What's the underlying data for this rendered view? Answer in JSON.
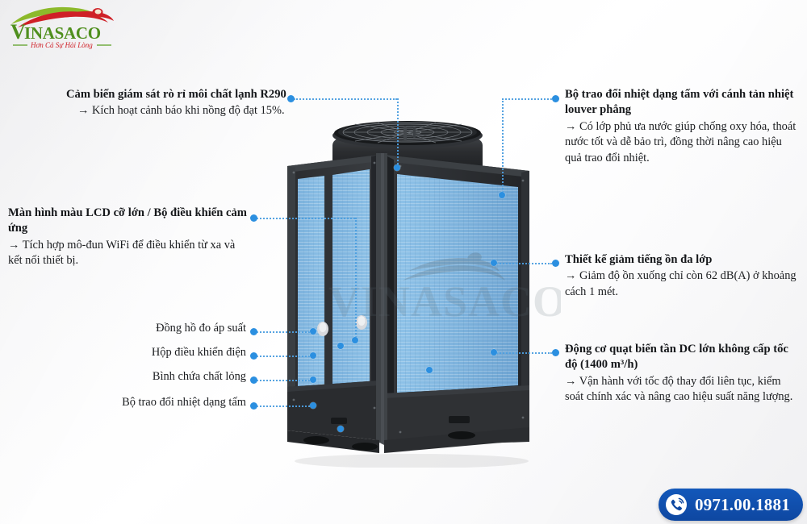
{
  "brand": {
    "name": "VINASACO",
    "tagline": "Hơn Cả Sự Hài Lòng",
    "watermark_text": "VINASACO"
  },
  "contact": {
    "phone": "0971.00.1881",
    "phone_icon": "phone-call-icon"
  },
  "features": {
    "left_top": {
      "title": "Cảm biến giám sát rò rỉ môi chất lạnh R290",
      "desc": "→ Kích hoạt cảnh báo khi nồng độ đạt 15%."
    },
    "left_mid": {
      "title": "Màn hình màu LCD cỡ lớn / Bộ điều khiển cảm ứng",
      "desc": " → Tích hợp mô-đun WiFi để điều khiển từ xa và kết nối thiết bị."
    },
    "right_top": {
      "title": "Bộ trao đổi nhiệt dạng tấm với cánh tản nhiệt louver phẳng",
      "desc": " → Có lớp phủ ưa nước giúp chống oxy hóa, thoát nước tốt và dễ bảo trì, đồng thời nâng cao hiệu quả trao đổi nhiệt."
    },
    "right_mid": {
      "title": "Thiết kế giảm tiếng ồn đa lớp",
      "desc": " → Giảm độ ồn xuống chỉ còn 62 dB(A) ở khoảng cách 1 mét."
    },
    "right_bottom": {
      "title": "Động cơ quạt biến tần DC lớn không cấp tốc độ (1400 m³/h)",
      "desc": " → Vận hành với tốc độ thay đổi liên tục, kiểm soát chính xác và nâng cao hiệu suất năng lượng."
    }
  },
  "short_labels": [
    {
      "text": "Đồng hồ đo áp suất"
    },
    {
      "text": "Hộp điều khiển điện"
    },
    {
      "text": "Bình chứa chất lỏng"
    },
    {
      "text": "Bộ trao đổi nhiệt dạng tấm"
    }
  ],
  "colors": {
    "accent_blue": "#2b8fe0",
    "leader_blue": "#4d9fe0",
    "badge_blue": "#0e47a1",
    "logo_green": "#5a9e22",
    "logo_red": "#cf2027",
    "coil_blue": "#6fa8d6",
    "body_dark": "#2c2e31"
  },
  "product": {
    "name": "air-source-heat-pump-unit",
    "parts": {
      "fan_grille": "top-fan-grille",
      "coil_panel": "finned-coil-panel",
      "cabinet": "cabinet-frame",
      "base": "base-rail"
    }
  }
}
